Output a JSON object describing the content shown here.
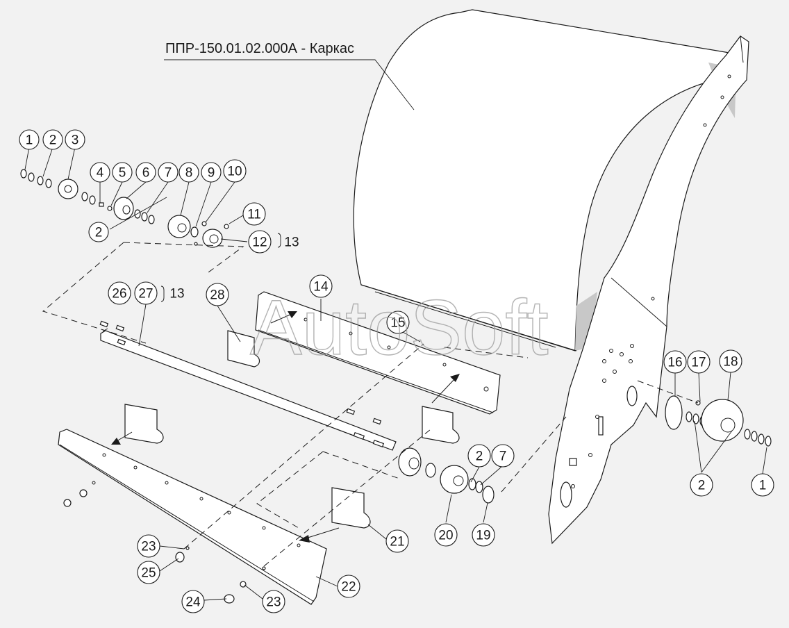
{
  "title_label": "ППР-150.01.02.000А - Каркас",
  "watermark": "AutoSoft",
  "callouts": [
    {
      "id": "c-1a",
      "label": "1"
    },
    {
      "id": "c-2a",
      "label": "2"
    },
    {
      "id": "c-3",
      "label": "3"
    },
    {
      "id": "c-4",
      "label": "4"
    },
    {
      "id": "c-5",
      "label": "5"
    },
    {
      "id": "c-6",
      "label": "6"
    },
    {
      "id": "c-7a",
      "label": "7"
    },
    {
      "id": "c-8",
      "label": "8"
    },
    {
      "id": "c-9",
      "label": "9"
    },
    {
      "id": "c-10",
      "label": "10"
    },
    {
      "id": "c-2b",
      "label": "2"
    },
    {
      "id": "c-11",
      "label": "11"
    },
    {
      "id": "c-12",
      "label": "12"
    },
    {
      "id": "c-13a",
      "label": "13"
    },
    {
      "id": "c-26",
      "label": "26"
    },
    {
      "id": "c-27",
      "label": "27"
    },
    {
      "id": "c-13b",
      "label": "13"
    },
    {
      "id": "c-28",
      "label": "28"
    },
    {
      "id": "c-14",
      "label": "14"
    },
    {
      "id": "c-15",
      "label": "15"
    },
    {
      "id": "c-16",
      "label": "16"
    },
    {
      "id": "c-17",
      "label": "17"
    },
    {
      "id": "c-18",
      "label": "18"
    },
    {
      "id": "c-2c",
      "label": "2"
    },
    {
      "id": "c-1b",
      "label": "1"
    },
    {
      "id": "c-2d",
      "label": "2"
    },
    {
      "id": "c-7b",
      "label": "7"
    },
    {
      "id": "c-20",
      "label": "20"
    },
    {
      "id": "c-19",
      "label": "19"
    },
    {
      "id": "c-21",
      "label": "21"
    },
    {
      "id": "c-22",
      "label": "22"
    },
    {
      "id": "c-23a",
      "label": "23"
    },
    {
      "id": "c-25",
      "label": "25"
    },
    {
      "id": "c-24",
      "label": "24"
    },
    {
      "id": "c-23b",
      "label": "23"
    }
  ]
}
